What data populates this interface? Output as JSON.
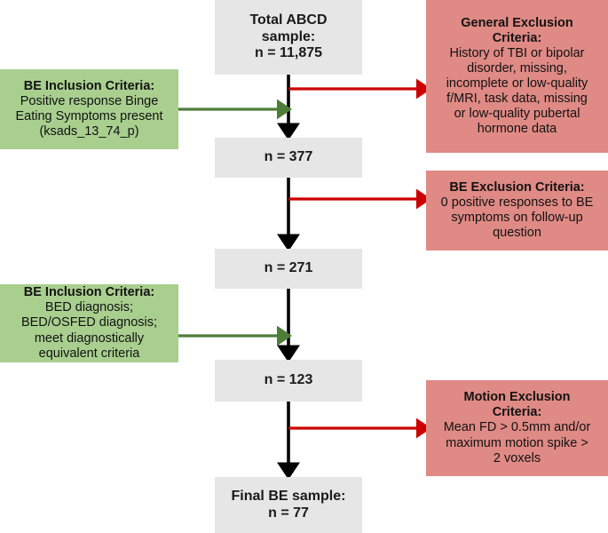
{
  "diagram": {
    "type": "flowchart",
    "title": "ABCD Binge Eating sample selection flowchart",
    "colors": {
      "node_fill": "#e6e6e6",
      "inclusion_fill": "#a9cf8f",
      "exclusion_fill": "#e08a85",
      "main_arrow": "#000000",
      "inclusion_arrow": "#4e7d3a",
      "exclusion_arrow": "#cc0000"
    }
  },
  "nodes": {
    "total_sample": {
      "line1": "Total ABCD",
      "line2": "sample:",
      "line3": "n = 11,875"
    },
    "step1": {
      "line1": "n = 377"
    },
    "step2": {
      "line1": "n = 271"
    },
    "step3": {
      "line1": "n = 123"
    },
    "final": {
      "line1": "Final BE sample:",
      "line2": "n = 77"
    }
  },
  "inclusion": {
    "first": {
      "title": "BE Inclusion Criteria:",
      "line1": "Positive response Binge",
      "line2": "Eating Symptoms present",
      "line3": "(ksads_13_74_p)"
    },
    "second": {
      "title": "BE Inclusion Criteria:",
      "line1": "BED diagnosis;",
      "line2": "BED/OSFED diagnosis;",
      "line3": "meet diagnostically",
      "line4": "equivalent criteria"
    }
  },
  "exclusion": {
    "general": {
      "title1": "General Exclusion",
      "title2": "Criteria:",
      "line1": "History of TBI or bipolar",
      "line2": "disorder, missing,",
      "line3": "incomplete or low-quality",
      "line4": "f/MRI, task data, missing",
      "line5": "or low-quality pubertal",
      "line6": "hormone data"
    },
    "be": {
      "title1": "BE Exclusion Criteria:",
      "line1": "0 positive responses to BE",
      "line2": "symptoms on follow-up",
      "line3": "question"
    },
    "motion": {
      "title1": "Motion Exclusion",
      "title2": "Criteria:",
      "line1": "Mean FD > 0.5mm and/or",
      "line2": "maximum motion spike >",
      "line3": "2 voxels"
    }
  }
}
